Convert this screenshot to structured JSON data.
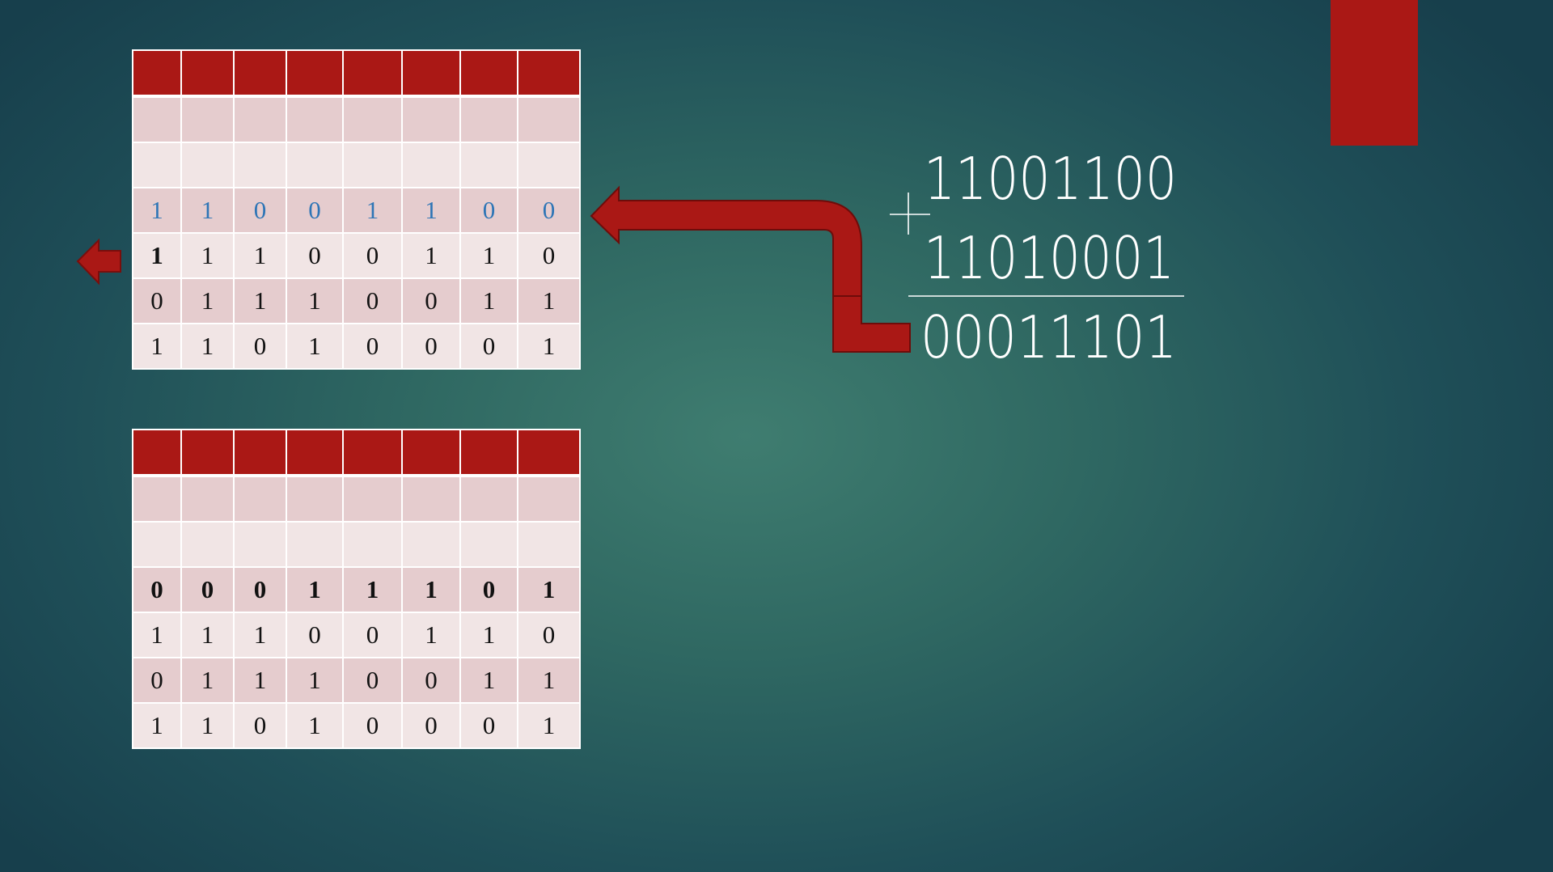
{
  "colors": {
    "accent_red": "#aa1815",
    "band_dark": "#e5ccce",
    "band_light": "#f1e5e5",
    "blue_digits": "#2e75b6",
    "text_white": "#ffffff"
  },
  "icons": [
    "small-left-arrow-icon",
    "curved-return-arrow-icon",
    "plus-sign-icon"
  ],
  "top_table": {
    "rows": [
      [
        "",
        "",
        "",
        "",
        "",
        "",
        "",
        ""
      ],
      [
        "",
        "",
        "",
        "",
        "",
        "",
        "",
        ""
      ],
      [
        "",
        "",
        "",
        "",
        "",
        "",
        "",
        ""
      ],
      [
        "1",
        "1",
        "0",
        "0",
        "1",
        "1",
        "0",
        "0"
      ],
      [
        "1",
        "1",
        "1",
        "0",
        "0",
        "1",
        "1",
        "0"
      ],
      [
        "0",
        "1",
        "1",
        "1",
        "0",
        "0",
        "1",
        "1"
      ],
      [
        "1",
        "1",
        "0",
        "1",
        "0",
        "0",
        "0",
        "1"
      ]
    ]
  },
  "bottom_table": {
    "rows": [
      [
        "",
        "",
        "",
        "",
        "",
        "",
        "",
        ""
      ],
      [
        "",
        "",
        "",
        "",
        "",
        "",
        "",
        ""
      ],
      [
        "",
        "",
        "",
        "",
        "",
        "",
        "",
        ""
      ],
      [
        "0",
        "0",
        "0",
        "1",
        "1",
        "1",
        "0",
        "1"
      ],
      [
        "1",
        "1",
        "1",
        "0",
        "0",
        "1",
        "1",
        "0"
      ],
      [
        "0",
        "1",
        "1",
        "1",
        "0",
        "0",
        "1",
        "1"
      ],
      [
        "1",
        "1",
        "0",
        "1",
        "0",
        "0",
        "0",
        "1"
      ]
    ]
  },
  "calculation": {
    "operand_1": "11001100",
    "operator": "+",
    "operand_2": "11010001",
    "result": "00011101"
  }
}
